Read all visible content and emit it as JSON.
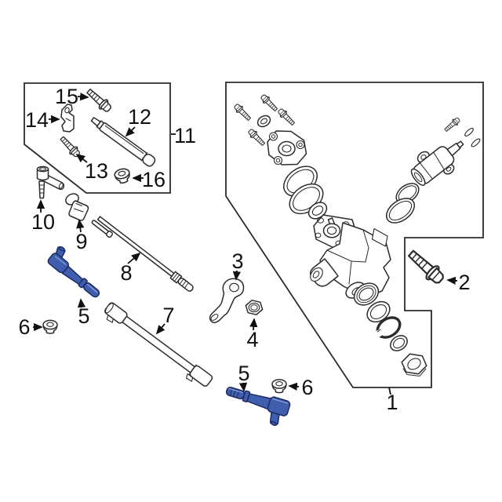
{
  "diagram": {
    "kind": "exploded-parts-diagram-steering-linkage",
    "background": "#ffffff",
    "line_color": "#2b2b2b",
    "label_color": "#111111",
    "highlight_fill": "#3f5fae",
    "highlight_stroke": "#1c2a63",
    "highlight_shine": "#8da3d8",
    "callouts": {
      "c1": "1",
      "c2": "2",
      "c3": "3",
      "c4": "4",
      "c5a": "5",
      "c5b": "5",
      "c6a": "6",
      "c6b": "6",
      "c7": "7",
      "c8": "8",
      "c9": "9",
      "c10": "10",
      "c11": "11",
      "c12": "12",
      "c13": "13",
      "c14": "14",
      "c15": "15",
      "c16": "16"
    }
  }
}
